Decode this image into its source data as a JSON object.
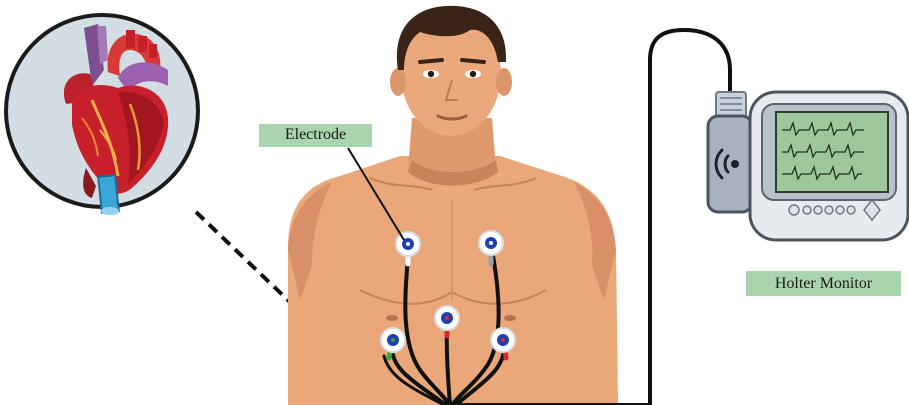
{
  "labels": {
    "electrode": "Electrode",
    "holter_monitor": "Holter Monitor"
  },
  "colors": {
    "label_background": "#a9d4ad",
    "skin": "#e9a77a",
    "skin_shadow": "#c9825a",
    "hair": "#3a2418",
    "cable": "#111111",
    "heart_red": "#c8202a",
    "heart_purple": "#7e4f8e",
    "aorta_blue": "#3aa7d8",
    "monitor_body": "#e7ebf0",
    "monitor_screen": "#9fc79c",
    "inset_circle": "#d3dde4",
    "electrode_blue": "#1f3fae",
    "lead_green": "#2fa847",
    "lead_red": "#d82a2a",
    "lead_gray": "#9aa3ab"
  },
  "electrodes": [
    {
      "id": "upper-right-arm",
      "wire_color": "white"
    },
    {
      "id": "upper-left-arm",
      "wire_color": "gray"
    },
    {
      "id": "center-chest",
      "wire_color": "red"
    },
    {
      "id": "lower-right",
      "wire_color": "green"
    },
    {
      "id": "lower-left",
      "wire_color": "red"
    }
  ]
}
